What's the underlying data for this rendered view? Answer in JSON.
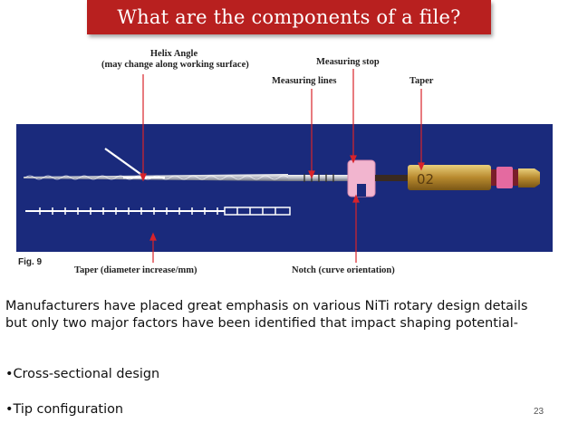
{
  "slide": {
    "title": "What are the components of a file?",
    "page_number": "23"
  },
  "figure": {
    "labels": {
      "helix_angle_line1": "Helix Angle",
      "helix_angle_line2": "(may change along working surface)",
      "measuring_stop": "Measuring stop",
      "measuring_lines": "Measuring lines",
      "taper": "Taper",
      "fig": "Fig. 9",
      "taper_diameter": "Taper (diameter increase/mm)",
      "notch": "Notch (curve orientation)",
      "handle_marking": "02"
    },
    "colors": {
      "panel": "#1a2a7c",
      "arrow": "#d8232a",
      "stop": "#f2b5cf",
      "handle": "#c49a3a"
    }
  },
  "content": {
    "paragraph": "Manufacturers have placed great emphasis on various NiTi rotary design details but only two major factors have been identified that impact shaping potential-",
    "bullets": [
      "•Cross-sectional design",
      "•Tip configuration"
    ]
  }
}
